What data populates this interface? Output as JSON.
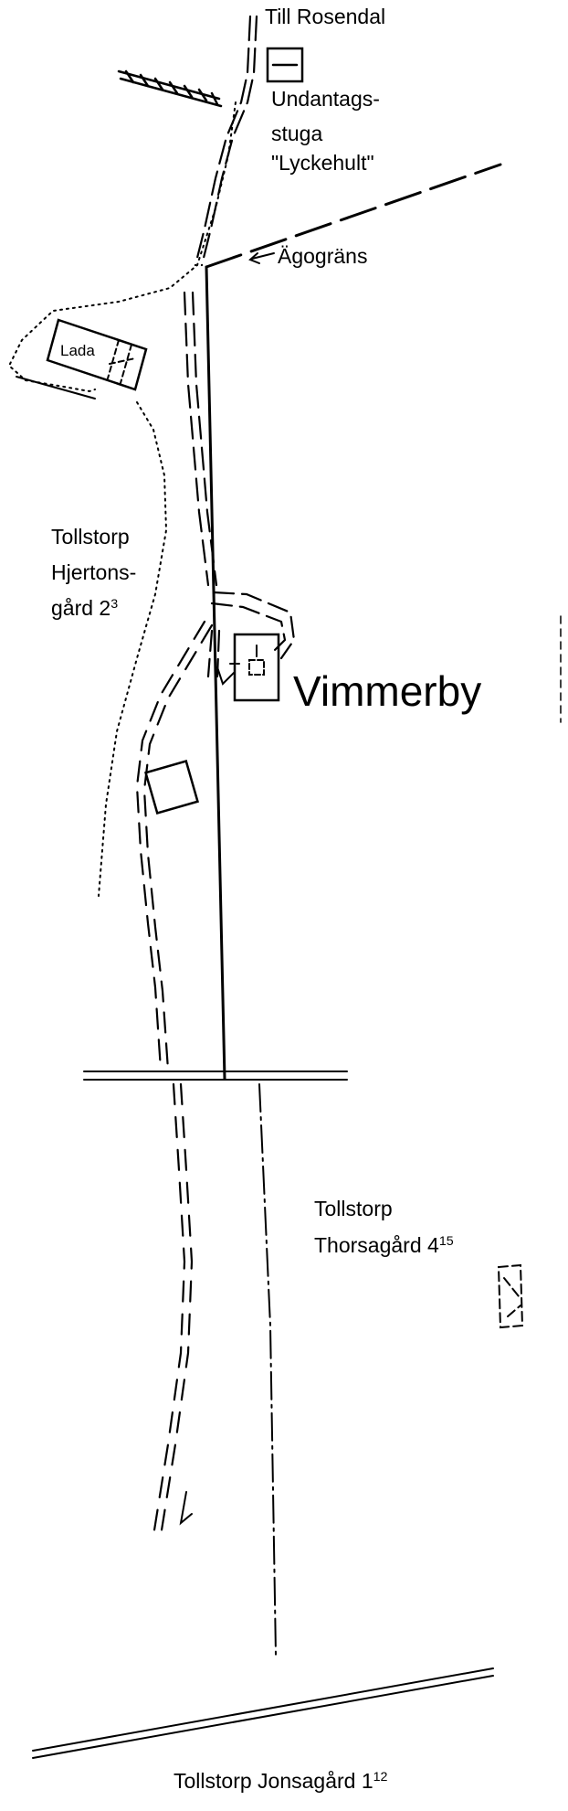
{
  "map": {
    "labels": {
      "till_rosendal": "Till Rosendal",
      "undantag_1": "Undantags-",
      "undantag_2": "stuga",
      "undantag_3": "\"Lyckehult\"",
      "agogrns": "Ägogräns",
      "lada": "Lada",
      "hjertons_1": "Tollstorp",
      "hjertons_2": "Hjertons-",
      "hjertons_3": "gård 2",
      "hjertons_sup": "3",
      "vimmerby": "Vimmerby",
      "thorsa_1": "Tollstorp",
      "thorsa_2": "Thorsagård 4",
      "thorsa_sup": "15",
      "jonsa": "Tollstorp Jonsagård 1",
      "jonsa_sup": "12"
    },
    "colors": {
      "ink": "#000000",
      "paper": "#ffffff"
    }
  }
}
